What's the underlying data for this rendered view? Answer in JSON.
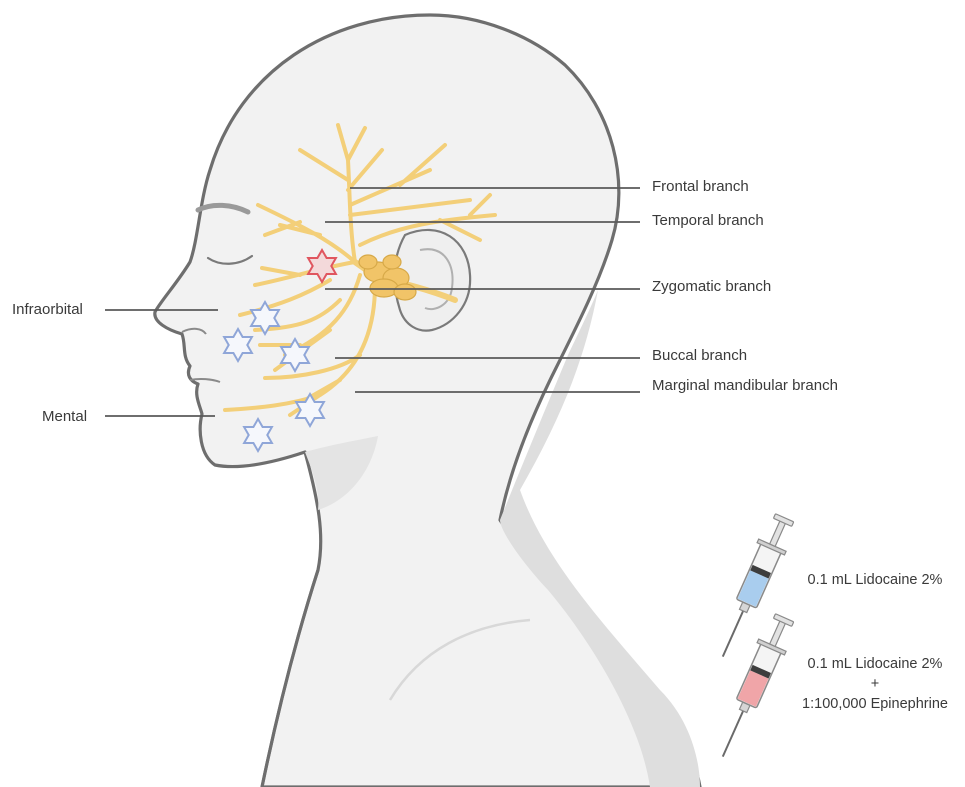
{
  "nerve_branches": {
    "frontal": "Frontal branch",
    "temporal": "Temporal branch",
    "zygomatic": "Zygomatic branch",
    "buccal": "Buccal branch",
    "marginal_mandibular": "Marginal mandibular branch"
  },
  "injection_sites": {
    "infraorbital": "Infraorbital",
    "mental": "Mental"
  },
  "legend": {
    "blue_syringe": "0.1 mL Lidocaine 2%",
    "red_syringe_line1": "0.1 mL Lidocaine 2%",
    "red_syringe_plus": "+",
    "red_syringe_line2": "1:100,000 Epinephrine"
  },
  "colors": {
    "nerve": "#f3cf79",
    "nerve_outline": "#d7a948",
    "blue_star": "#8fa6d8",
    "red_star": "#e0565f",
    "skin_fill": "#f2f2f2",
    "skin_outline": "#6e6e6e",
    "blue_liquid": "#a9cdee",
    "red_liquid": "#f0a5a8"
  },
  "icons": {
    "blue_marker": "blue-six-point-star-icon",
    "red_marker": "red-six-point-star-icon",
    "syringe": "syringe-icon"
  }
}
